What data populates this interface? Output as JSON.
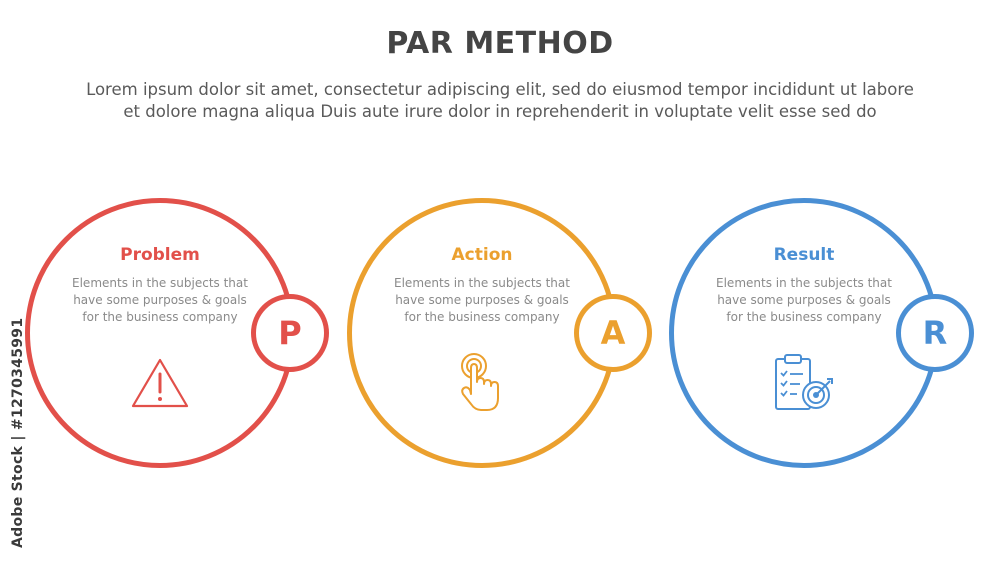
{
  "header": {
    "title": "PAR METHOD",
    "subtitle_line1": "Lorem ipsum dolor sit amet, consectetur adipiscing elit, sed do eiusmod tempor incididunt ut labore",
    "subtitle_line2": "et dolore magna aliqua Duis aute irure dolor in reprehenderit in voluptate velit esse sed do"
  },
  "steps": [
    {
      "title": "Problem",
      "desc_line1": "Elements in the subjects that",
      "desc_line2": "have  some purposes & goals",
      "desc_line3": "for the  business company",
      "letter": "P",
      "color": "#e2504a",
      "icon": "warning-triangle-icon"
    },
    {
      "title": "Action",
      "desc_line1": "Elements in the subjects that",
      "desc_line2": "have  some purposes & goals",
      "desc_line3": "for the  business company",
      "letter": "A",
      "color": "#eba02e",
      "icon": "hand-tap-icon"
    },
    {
      "title": "Result",
      "desc_line1": "Elements in the subjects that",
      "desc_line2": "have  some purposes & goals",
      "desc_line3": "for the  business company",
      "letter": "R",
      "color": "#4a8fd4",
      "icon": "clipboard-target-icon"
    }
  ],
  "watermark": "Adobe Stock | #1270345991"
}
